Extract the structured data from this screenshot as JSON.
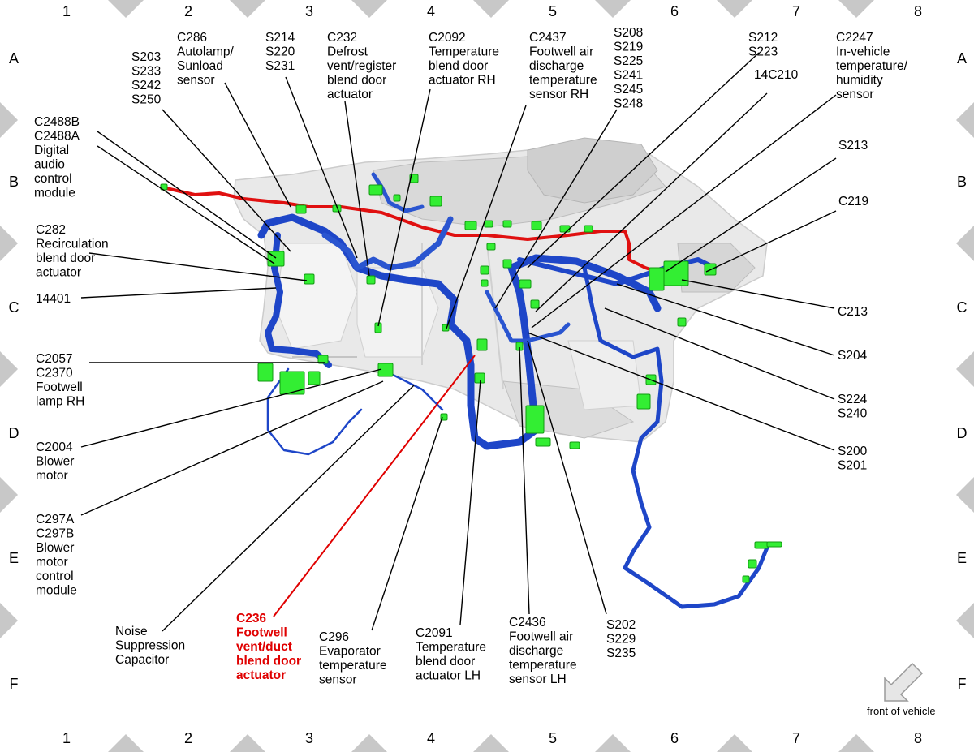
{
  "grid": {
    "columns": [
      "1",
      "2",
      "3",
      "4",
      "5",
      "6",
      "7",
      "8"
    ],
    "rows": [
      "A",
      "B",
      "C",
      "D",
      "E",
      "F"
    ]
  },
  "colors": {
    "harness_blue": "#1e46c8",
    "harness_red": "#e01010",
    "connector_green": "#33ee33",
    "highlight_red": "#e00000",
    "frame_gray": "#c8c8c8"
  },
  "callouts": [
    {
      "id": "c2488",
      "lines": [
        "C2488B",
        "C2488A",
        "Digital",
        "audio",
        "control",
        "module"
      ]
    },
    {
      "id": "s203",
      "lines": [
        "S203",
        "S233",
        "S242",
        "S250"
      ]
    },
    {
      "id": "c286",
      "lines": [
        "C286",
        "Autolamp/",
        "Sunload",
        "sensor"
      ]
    },
    {
      "id": "s214",
      "lines": [
        "S214",
        "S220",
        "S231"
      ]
    },
    {
      "id": "c232",
      "lines": [
        "C232",
        "Defrost",
        "vent/register",
        "blend door",
        "actuator"
      ]
    },
    {
      "id": "c2092",
      "lines": [
        "C2092",
        "Temperature",
        "blend door",
        "actuator RH"
      ]
    },
    {
      "id": "c2437",
      "lines": [
        "C2437",
        "Footwell air",
        "discharge",
        "temperature",
        "sensor RH"
      ]
    },
    {
      "id": "s208",
      "lines": [
        "S208",
        "S219",
        "S225",
        "S241",
        "S245",
        "S248"
      ]
    },
    {
      "id": "s212",
      "lines": [
        "S212",
        "S223"
      ]
    },
    {
      "id": "14c210",
      "lines": [
        "14C210"
      ]
    },
    {
      "id": "c2247",
      "lines": [
        "C2247",
        "In-vehicle",
        "temperature/",
        "humidity",
        "sensor"
      ]
    },
    {
      "id": "s213",
      "lines": [
        "S213"
      ]
    },
    {
      "id": "c219",
      "lines": [
        "C219"
      ]
    },
    {
      "id": "c282",
      "lines": [
        "C282",
        "Recirculation",
        "blend door",
        "actuator"
      ]
    },
    {
      "id": "14401",
      "lines": [
        "14401"
      ]
    },
    {
      "id": "c213",
      "lines": [
        "C213"
      ]
    },
    {
      "id": "s204",
      "lines": [
        "S204"
      ]
    },
    {
      "id": "c2057",
      "lines": [
        "C2057",
        "C2370",
        "Footwell",
        "lamp RH"
      ]
    },
    {
      "id": "s224",
      "lines": [
        "S224",
        "S240"
      ]
    },
    {
      "id": "c2004",
      "lines": [
        "C2004",
        "Blower",
        "motor"
      ]
    },
    {
      "id": "s200",
      "lines": [
        "S200",
        "S201"
      ]
    },
    {
      "id": "c297",
      "lines": [
        "C297A",
        "C297B",
        "Blower",
        "motor",
        "control",
        "module"
      ]
    },
    {
      "id": "noise",
      "lines": [
        "Noise",
        "Suppression",
        "Capacitor"
      ]
    },
    {
      "id": "c236",
      "lines": [
        "C236",
        "Footwell",
        "vent/duct",
        "blend door",
        "actuator"
      ],
      "highlight": true
    },
    {
      "id": "c296",
      "lines": [
        "C296",
        "Evaporator",
        "temperature",
        "sensor"
      ]
    },
    {
      "id": "c2091",
      "lines": [
        "C2091",
        "Temperature",
        "blend door",
        "actuator LH"
      ]
    },
    {
      "id": "c2436",
      "lines": [
        "C2436",
        "Footwell air",
        "discharge",
        "temperature",
        "sensor LH"
      ]
    },
    {
      "id": "s202",
      "lines": [
        "S202",
        "S229",
        "S235"
      ]
    }
  ],
  "front_of_vehicle": "front of vehicle"
}
